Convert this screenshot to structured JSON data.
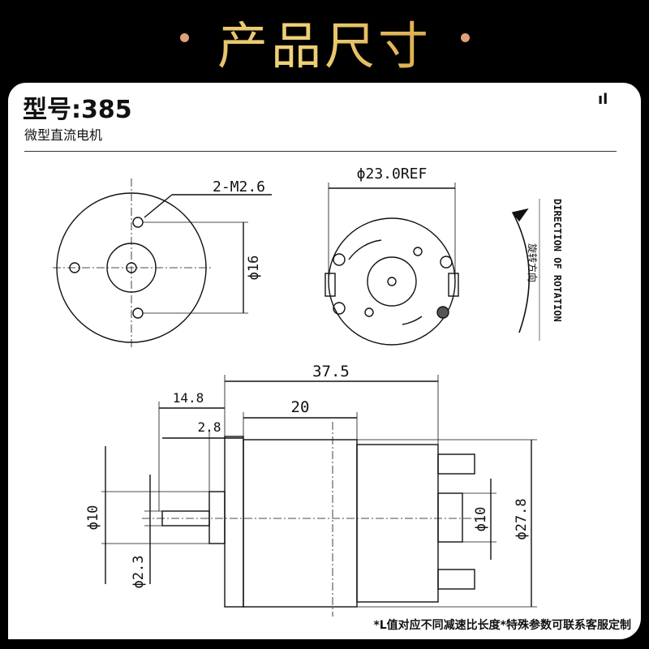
{
  "header": {
    "title": "产品尺寸"
  },
  "model": {
    "label": "型号:385",
    "subtitle": "微型直流电机"
  },
  "corner_mark": "ıl",
  "front_view": {
    "hole_label": "2-M2.6",
    "hole_spacing": "ϕ16"
  },
  "rear_view": {
    "diameter": "ϕ23.0REF",
    "rotation_en": "DIRECTION OF ROTATION",
    "rotation_cn": "旋转方向"
  },
  "side_view": {
    "total_length": "37.5",
    "shaft_length": "14.8",
    "body_length": "20",
    "boss_length": "2.8",
    "front_boss_dia": "ϕ10",
    "shaft_dia": "ϕ2.3",
    "rear_boss_dia": "ϕ10",
    "body_dia": "ϕ27.8"
  },
  "footnote": "*L值对应不同减速比长度*特殊参数可联系客服定制"
}
